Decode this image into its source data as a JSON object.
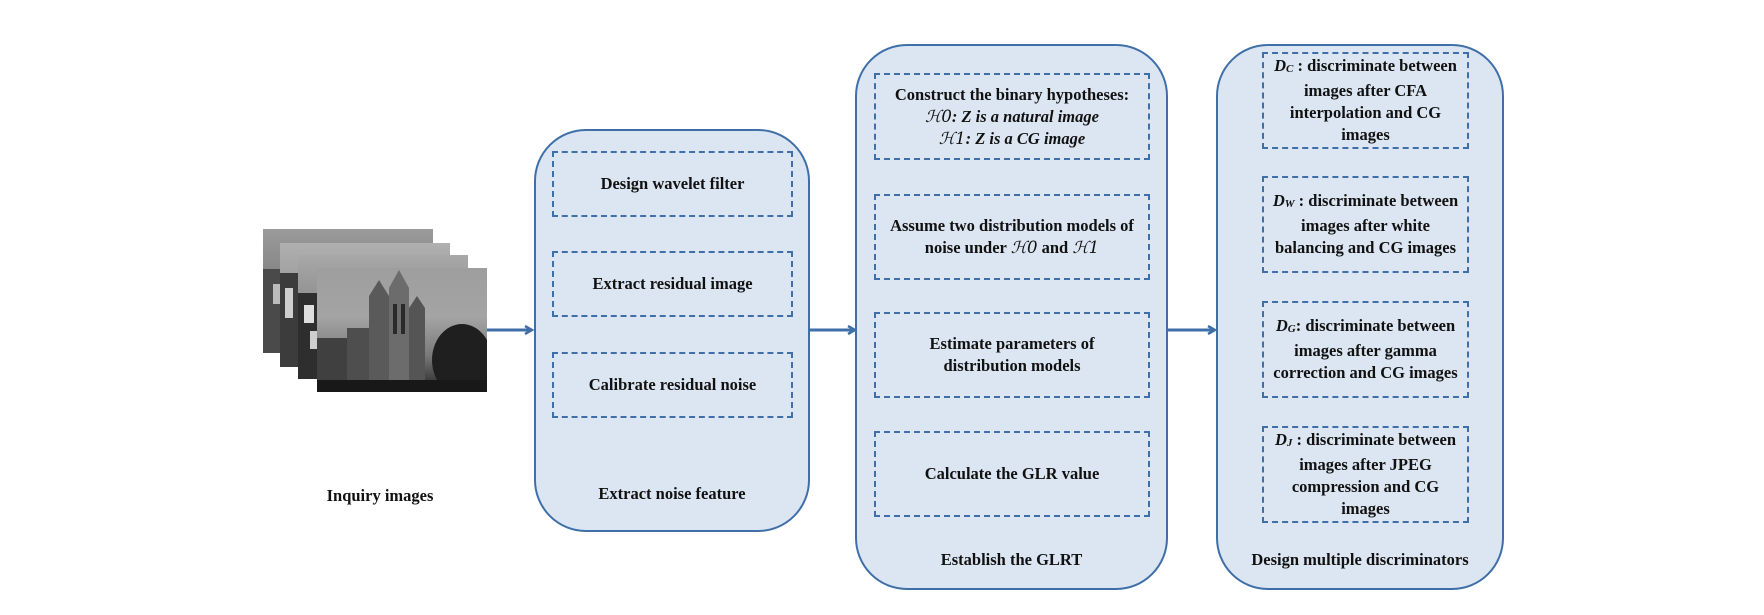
{
  "input": {
    "caption": "Inquiry images"
  },
  "stage1": {
    "caption": "Extract noise feature",
    "steps": [
      "Design wavelet filter",
      "Extract residual image",
      "Calibrate residual noise"
    ]
  },
  "stage2": {
    "caption": "Establish the GLRT",
    "h_line1": "Construct the binary hypotheses:",
    "h0_symbol": "ℋ0",
    "h0_text": ": Z is a natural image",
    "h1_symbol": "ℋ1",
    "h1_text": ": Z is a CG image",
    "assume_line1": "Assume two distribution models of",
    "assume_line2": "noise under",
    "assume_h0": "ℋ0",
    "assume_and": "and",
    "assume_h1": "ℋ1",
    "estimate": "Estimate  parameters of distribution models",
    "calculate": "Calculate the GLR value"
  },
  "stage3": {
    "caption": "Design multiple discriminators",
    "discriminators": [
      {
        "letter": "D",
        "sub": "C",
        "text": " : discriminate between images after CFA interpolation and CG images"
      },
      {
        "letter": "D",
        "sub": "W",
        "text": " : discriminate between images after white balancing and CG images"
      },
      {
        "letter": "D",
        "sub": "G",
        "text": ": discriminate between images after gamma correction and CG images"
      },
      {
        "letter": "D",
        "sub": "J",
        "text": " : discriminate between images after JPEG compression and CG images"
      }
    ]
  },
  "colors": {
    "accent": "#3f6fa8",
    "panel_fill": "#dce6f2"
  }
}
